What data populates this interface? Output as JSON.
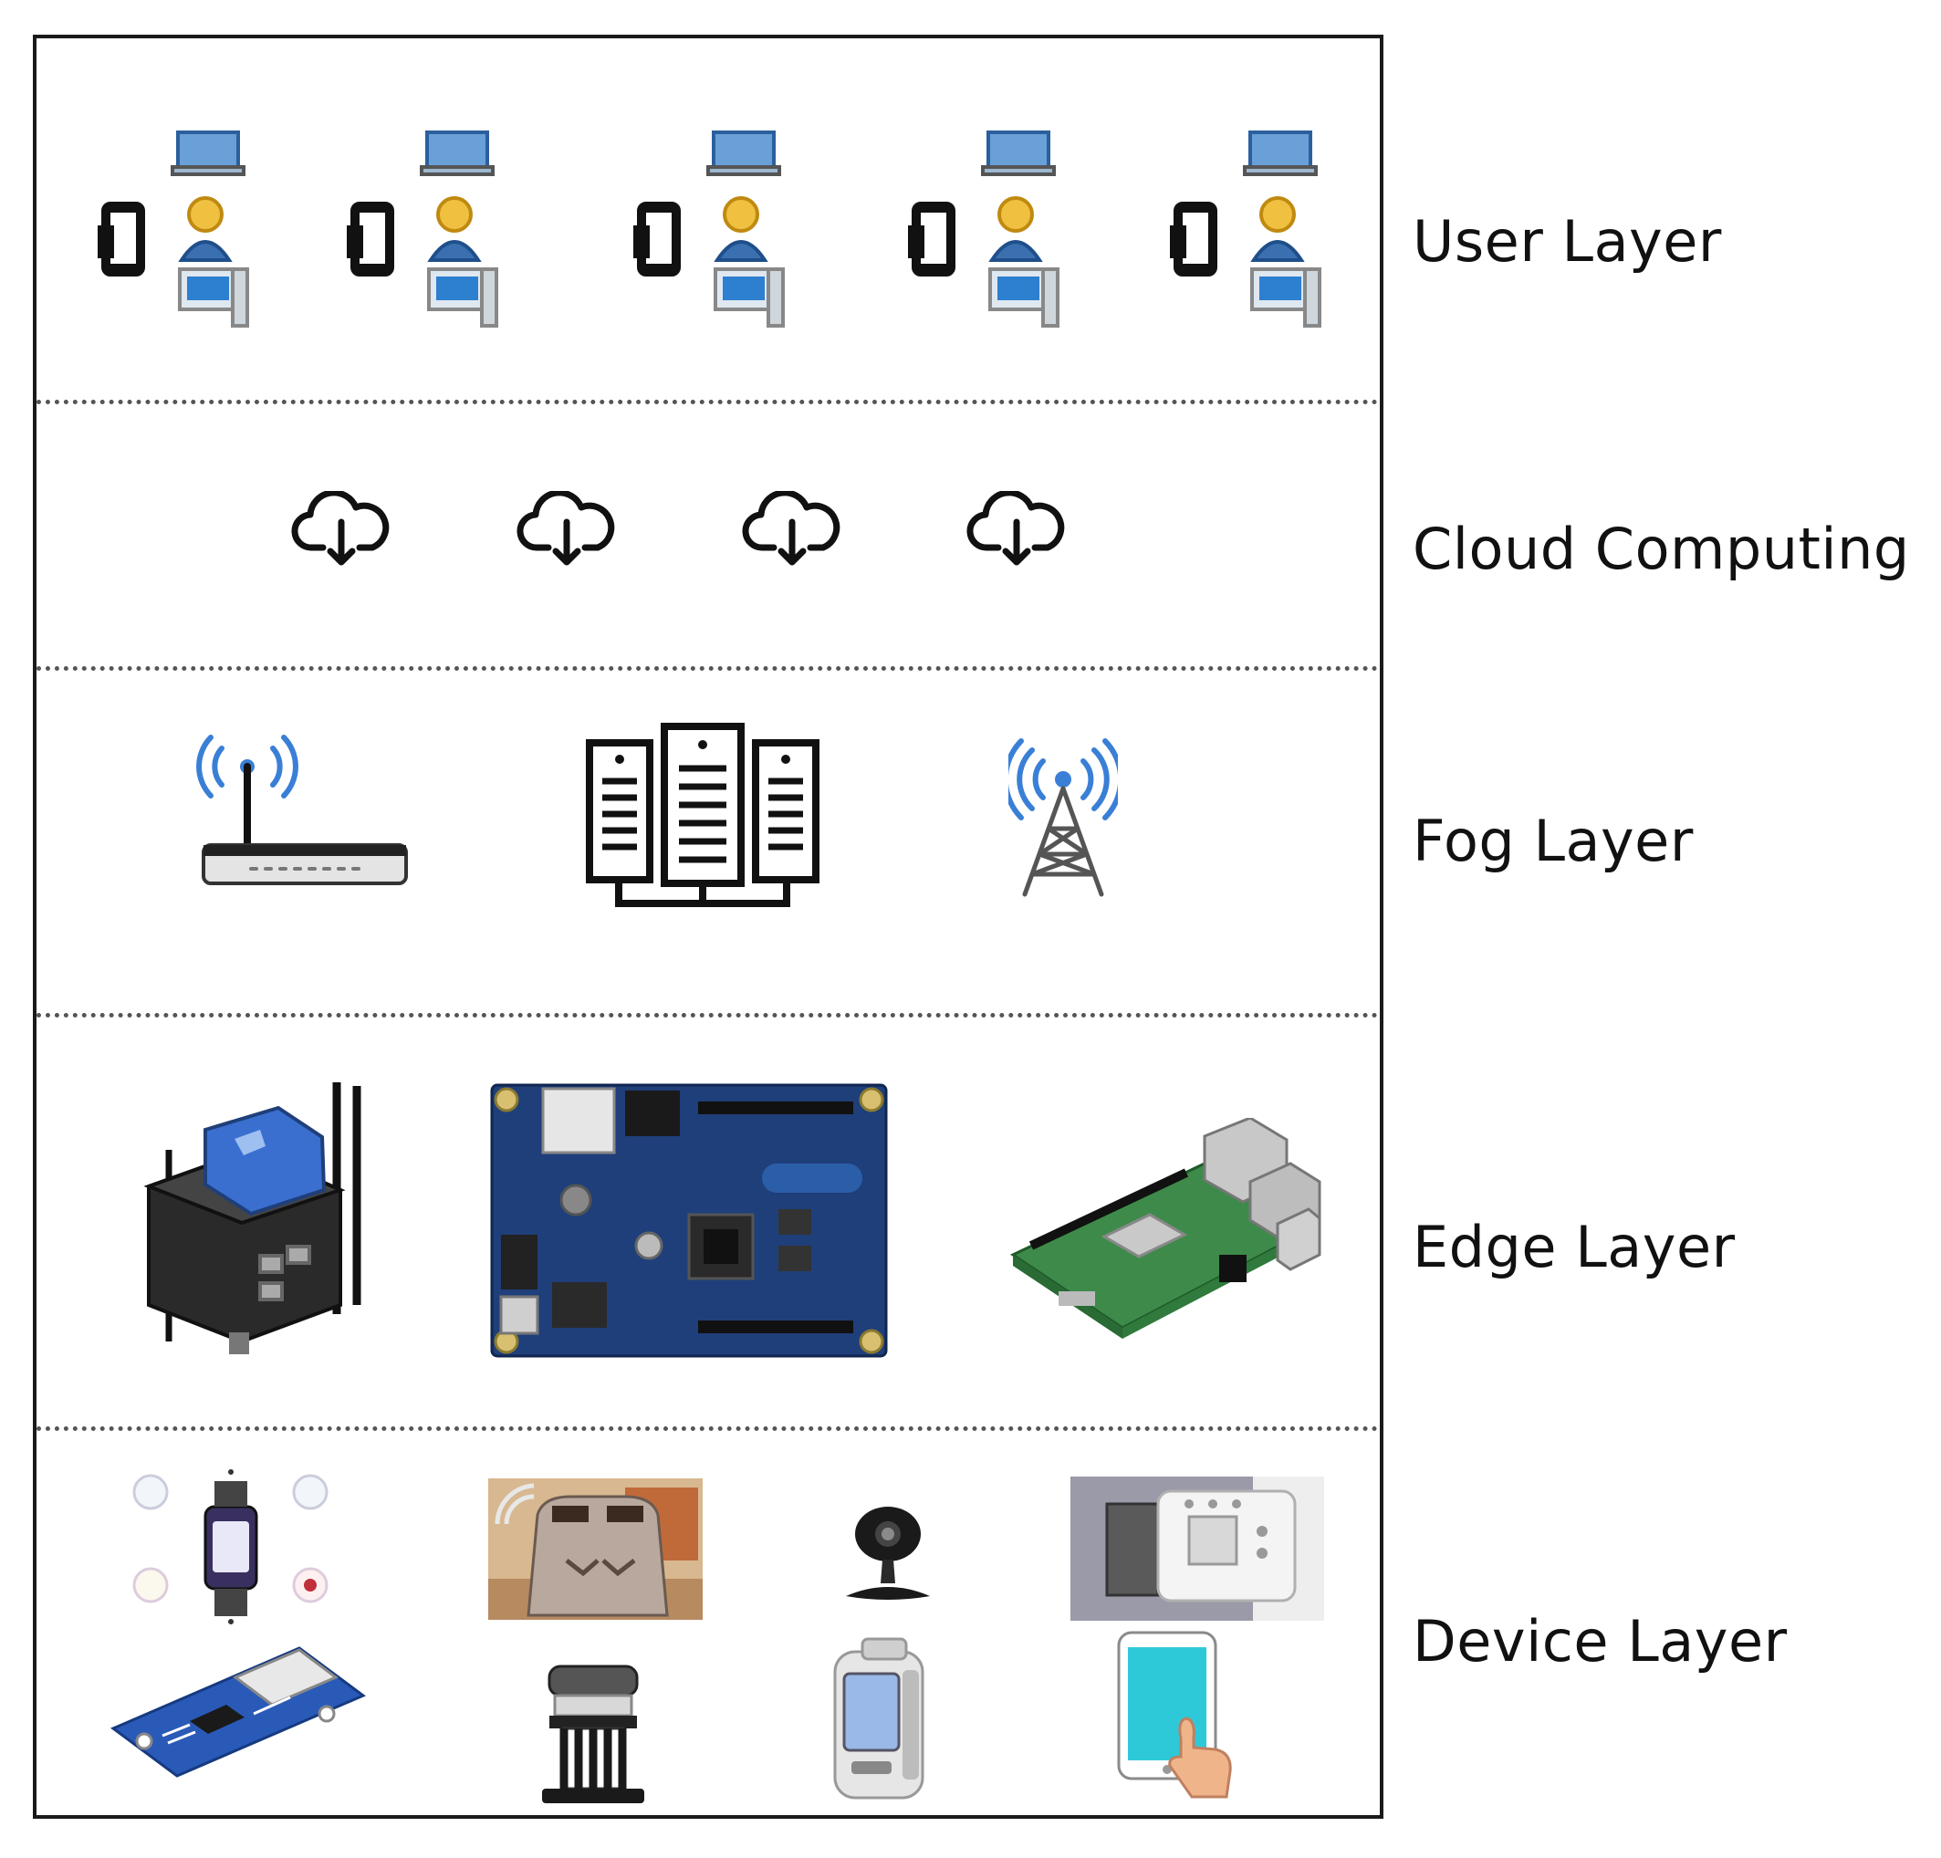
{
  "layers": [
    {
      "label": "User Layer"
    },
    {
      "label": "Cloud Computing"
    },
    {
      "label": "Fog Layer"
    },
    {
      "label": "Edge Layer"
    },
    {
      "label": "Device Layer"
    }
  ],
  "icons": {
    "user_group": "user-group-icon",
    "cloud": "cloud-download-icon",
    "router": "wifi-router-icon",
    "servers": "server-cluster-icon",
    "tower": "cell-tower-icon",
    "gateway": "iot-gateway-icon",
    "intel_board": "intel-galileo-board-icon",
    "raspberry_pi": "raspberry-pi-icon",
    "smartwatch": "smartwatch-icon",
    "toaster": "smart-toaster-icon",
    "camera": "security-camera-icon",
    "thermostat": "thermostat-icon",
    "sensor_board": "sensor-board-icon",
    "coffee_maker": "coffee-maker-icon",
    "pedometer": "pedometer-icon",
    "tablet": "tablet-icon"
  },
  "colors": {
    "frame": "#1a1a1a",
    "separator": "#555555",
    "signal_blue": "#3a7fd6",
    "board_blue": "#1f3f7a",
    "pi_green": "#3e8a4a",
    "tablet_cyan": "#2ec9d9"
  }
}
